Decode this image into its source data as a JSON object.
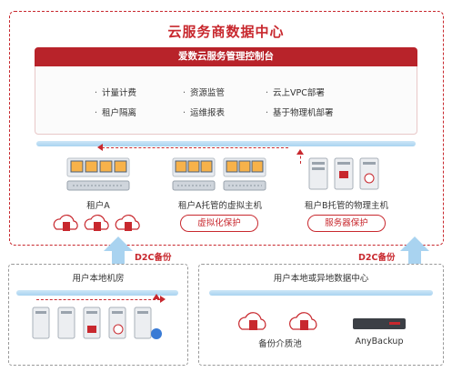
{
  "cloud": {
    "title": "云服务商数据中心",
    "console_title": "爱数云服务管理控制台",
    "features": [
      "计量计费",
      "资源监管",
      "云上VPC部署",
      "租户隔离",
      "运维报表",
      "基于物理机部署"
    ],
    "tenants": [
      {
        "label": "租户A"
      },
      {
        "label": "租户A托管的虚拟主机",
        "tag": "虚拟化保护"
      },
      {
        "label": "租户B托管的物理主机",
        "tag": "服务器保护"
      }
    ]
  },
  "transfer_label_left": "D2C备份",
  "transfer_label_right": "D2C备份",
  "local": {
    "title": "用户本地机房"
  },
  "remote": {
    "title": "用户本地或异地数据中心",
    "storage_label": "备份介质池",
    "appliance_label": "AnyBackup"
  },
  "colors": {
    "accent": "#c8282e",
    "header": "#b8232a",
    "flow": "#a9d3f0"
  }
}
